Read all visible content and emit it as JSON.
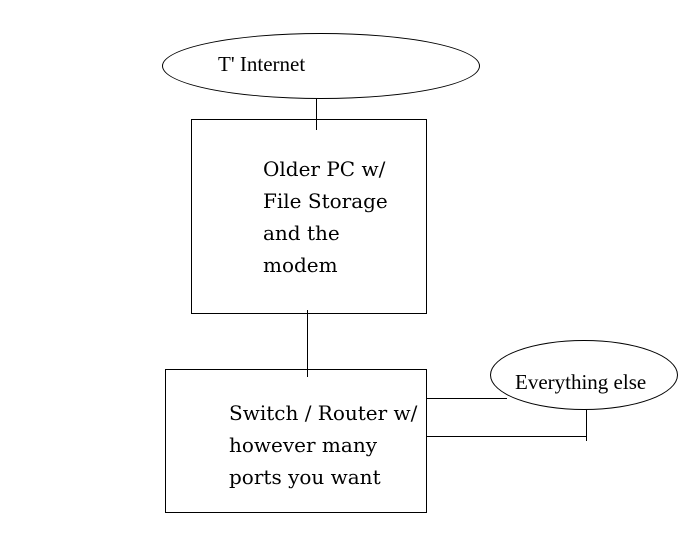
{
  "colors": {
    "background": "#ffffff",
    "stroke": "#000000",
    "text": "#000000"
  },
  "nodes": {
    "internet": {
      "shape": "ellipse",
      "label": "T' Internet"
    },
    "older_pc": {
      "shape": "rectangle",
      "lines": [
        "Older PC w/",
        "File Storage",
        "and the",
        "modem"
      ]
    },
    "switch_router": {
      "shape": "rectangle",
      "lines": [
        "Switch / Router w/",
        "however many",
        "ports you want"
      ]
    },
    "everything_else": {
      "shape": "ellipse",
      "label": "Everything else"
    }
  },
  "connectors": [
    {
      "from": "internet",
      "to": "older_pc"
    },
    {
      "from": "older_pc",
      "to": "switch_router"
    },
    {
      "from": "switch_router",
      "to": "everything_else",
      "position": "upper"
    },
    {
      "from": "switch_router",
      "to": "everything_else",
      "position": "lower"
    }
  ]
}
